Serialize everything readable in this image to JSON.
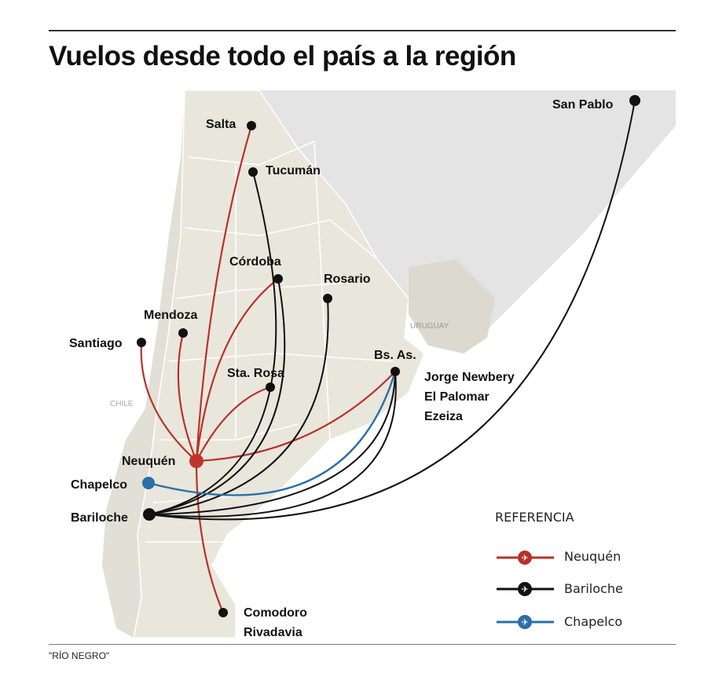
{
  "title": "Vuelos desde todo el país a la región",
  "countries": {
    "chile": "CHILE",
    "uruguay": "URUGUAY"
  },
  "cities": {
    "salta": "Salta",
    "tucuman": "Tucumán",
    "cordoba": "Córdoba",
    "rosario": "Rosario",
    "mendoza": "Mendoza",
    "santiago": "Santiago",
    "sta_rosa": "Sta. Rosa",
    "bs_as": "Bs. As.",
    "bs_as_airports": [
      "Jorge Newbery",
      "El Palomar",
      "Ezeiza"
    ],
    "san_pablo": "San Pablo",
    "neuquen": "Neuquén",
    "chapelco": "Chapelco",
    "bariloche": "Bariloche",
    "comodoro": [
      "Comodoro",
      "Rivadavia"
    ]
  },
  "legend": {
    "title": "REFERENCIA",
    "items": [
      {
        "label": "Neuquén",
        "color": "#b8322a"
      },
      {
        "label": "Bariloche",
        "color": "#111111"
      },
      {
        "label": "Chapelco",
        "color": "#2a6fa8"
      }
    ]
  },
  "routes": {
    "Neuquén": [
      "Salta",
      "Córdoba",
      "Mendoza",
      "Santiago",
      "Sta. Rosa",
      "Bs. As.",
      "Comodoro Rivadavia"
    ],
    "Bariloche": [
      "Tucumán",
      "Córdoba",
      "Rosario",
      "Bs. As.",
      "San Pablo"
    ],
    "Chapelco": [
      "Bs. As."
    ]
  },
  "footnote": "\"RÍO NEGRO\""
}
